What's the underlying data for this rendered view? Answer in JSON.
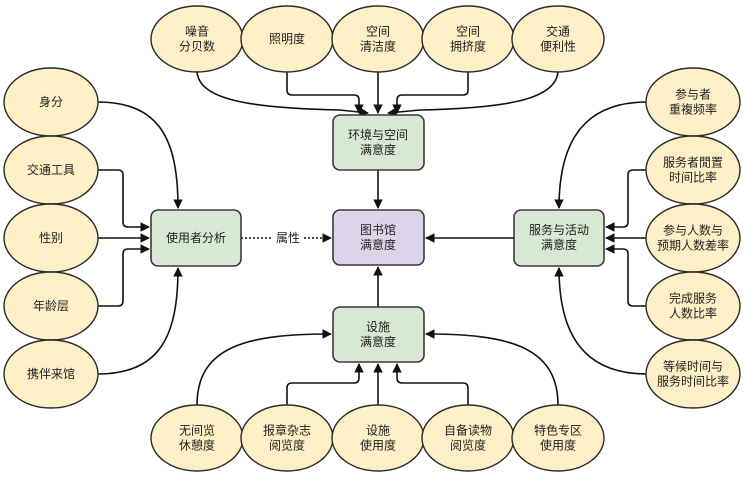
{
  "center": {
    "id": "library",
    "lines": [
      "图书馆",
      "满意度"
    ]
  },
  "hubs": {
    "environment": {
      "lines": [
        "环境与空间",
        "满意度"
      ]
    },
    "facilities": {
      "lines": [
        "设施",
        "满意度"
      ]
    },
    "service": {
      "lines": [
        "服务与活动",
        "满意度"
      ]
    },
    "user": {
      "lines": [
        "使用者分析"
      ]
    }
  },
  "attribute_label": "属性",
  "leaves": {
    "top": [
      {
        "lines": [
          "噪音",
          "分贝数"
        ]
      },
      {
        "lines": [
          "照明度"
        ]
      },
      {
        "lines": [
          "空间",
          "清洁度"
        ]
      },
      {
        "lines": [
          "空间",
          "拥挤度"
        ]
      },
      {
        "lines": [
          "交通",
          "便利性"
        ]
      }
    ],
    "bottom": [
      {
        "lines": [
          "无间览",
          "休憩度"
        ]
      },
      {
        "lines": [
          "报章杂志",
          "阅览度"
        ]
      },
      {
        "lines": [
          "设施",
          "使用度"
        ]
      },
      {
        "lines": [
          "自备读物",
          "阅览度"
        ]
      },
      {
        "lines": [
          "特色专区",
          "使用度"
        ]
      }
    ],
    "left": [
      {
        "lines": [
          "身分"
        ]
      },
      {
        "lines": [
          "交通工具"
        ]
      },
      {
        "lines": [
          "性别"
        ]
      },
      {
        "lines": [
          "年龄层"
        ]
      },
      {
        "lines": [
          "携伴来馆"
        ]
      }
    ],
    "right": [
      {
        "lines": [
          "参与者",
          "重複频率"
        ]
      },
      {
        "lines": [
          "服务者閒置",
          "时间比率"
        ]
      },
      {
        "lines": [
          "参与人数与",
          "预期人数差率"
        ]
      },
      {
        "lines": [
          "完成服务",
          "人数比率"
        ]
      },
      {
        "lines": [
          "等候时间与",
          "服务时间比率"
        ]
      }
    ]
  },
  "colors": {
    "leaf_fill": "#fdefc6",
    "hub_fill": "#d7e9d3",
    "center_fill": "#dcd5ea",
    "stroke": "#2b2b2b"
  }
}
